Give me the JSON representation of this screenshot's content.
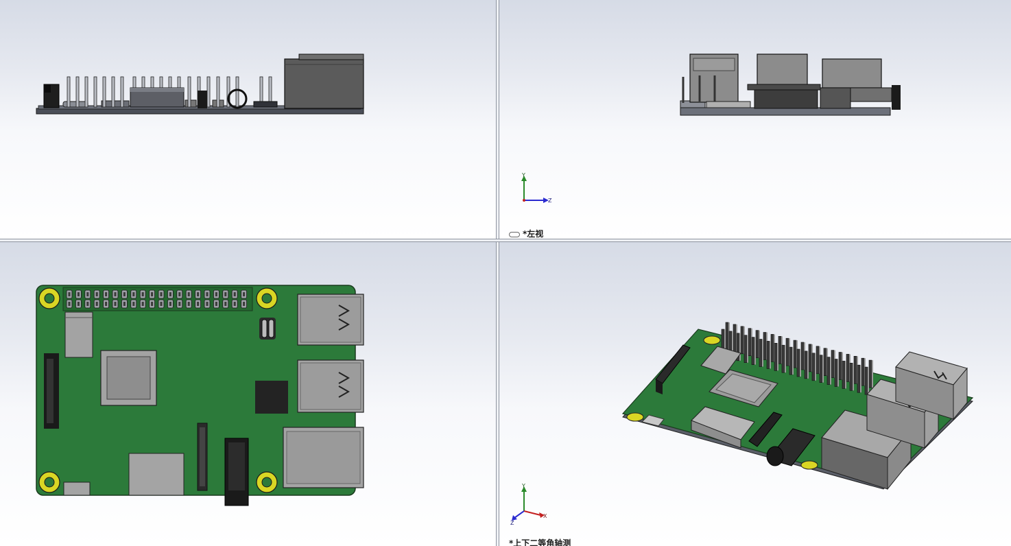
{
  "viewports": {
    "top_left": {
      "label": ""
    },
    "top_right": {
      "label": "*左视"
    },
    "bottom_left": {
      "label": ""
    },
    "bottom_right": {
      "label": "*上下二等角轴测"
    }
  },
  "triad": {
    "y": "Y",
    "z": "Z",
    "x": "X"
  },
  "icons": [
    "link-view-icon",
    "coordinate-triad-icon"
  ],
  "colors": {
    "pcb": "#2c7a3a",
    "pcb_edge": "#1f5a2a",
    "component_gray": "#5a5a5a",
    "metal_light": "#a7a7a7",
    "mount_hole": "#d9d624",
    "background_top": "#d6dbe6",
    "background_bottom": "#ffffff"
  }
}
